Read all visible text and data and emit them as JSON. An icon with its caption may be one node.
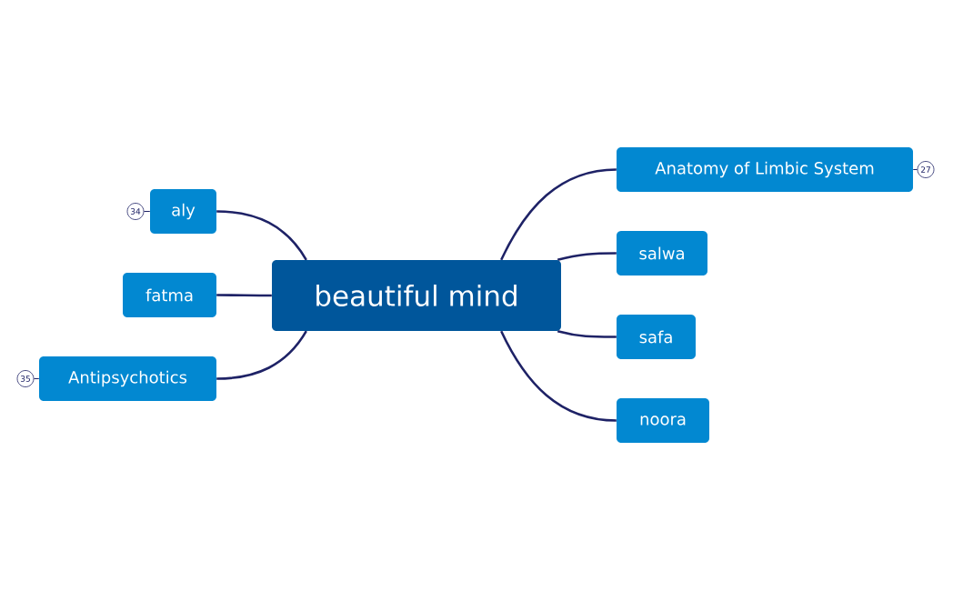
{
  "diagram": {
    "nodes": [
      {
        "text": [
          "beautiful mind"
        ]
      },
      {
        "text": [
          "aly"
        ]
      },
      {
        "text": [
          "fatma"
        ]
      },
      {
        "text": [
          "Antipsychotics"
        ]
      },
      {
        "text": [
          "Anatomy of Limbic System"
        ]
      },
      {
        "text": [
          "salwa"
        ]
      },
      {
        "text": [
          "safa"
        ]
      },
      {
        "text": [
          "noora"
        ]
      },
      {
        "text": [
          "34"
        ]
      },
      {
        "text": [
          "35"
        ]
      },
      {
        "text": [
          "27"
        ]
      }
    ],
    "edges": [
      {
        "from": 0,
        "to": 1,
        "arrow": "none"
      },
      {
        "from": 0,
        "to": 2,
        "arrow": "none"
      },
      {
        "from": 0,
        "to": 3,
        "arrow": "none"
      },
      {
        "from": 0,
        "to": 4,
        "arrow": "none"
      },
      {
        "from": 0,
        "to": 5,
        "arrow": "none"
      },
      {
        "from": 0,
        "to": 6,
        "arrow": "none"
      },
      {
        "from": 0,
        "to": 7,
        "arrow": "none"
      },
      {
        "from": 1,
        "to": 8,
        "arrow": "none"
      },
      {
        "from": 3,
        "to": 9,
        "arrow": "none"
      },
      {
        "from": 4,
        "to": 10,
        "arrow": "none"
      }
    ]
  }
}
